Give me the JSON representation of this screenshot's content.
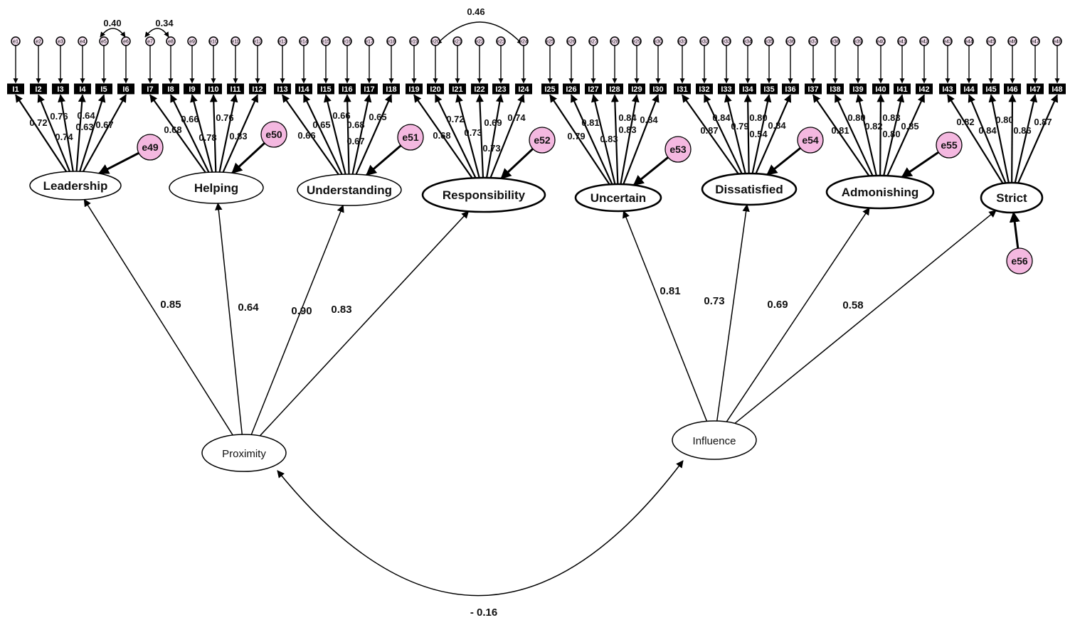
{
  "colors": {
    "disturbance_fill": "#f4b8e0",
    "line": "#000000",
    "background": "#ffffff"
  },
  "items": [
    "I1",
    "I2",
    "I3",
    "I4",
    "I5",
    "I6",
    "I7",
    "I8",
    "I9",
    "I10",
    "I11",
    "I12",
    "I13",
    "I14",
    "I15",
    "I16",
    "I17",
    "I18",
    "I19",
    "I20",
    "I21",
    "I22",
    "I23",
    "I24",
    "I25",
    "I26",
    "I27",
    "I28",
    "I29",
    "I30",
    "I31",
    "I32",
    "I33",
    "I34",
    "I35",
    "I36",
    "I37",
    "I38",
    "I39",
    "I40",
    "I41",
    "I42",
    "I43",
    "I44",
    "I45",
    "I46",
    "I47",
    "I48"
  ],
  "item_errors": [
    "e1",
    "e2",
    "e3",
    "e4",
    "e5",
    "e6",
    "e7",
    "e8",
    "e9",
    "e10",
    "e11",
    "e12",
    "e13",
    "e14",
    "e15",
    "e16",
    "e17",
    "e18",
    "e19",
    "e20",
    "e21",
    "e22",
    "e23",
    "e24",
    "e25",
    "e26",
    "e27",
    "e28",
    "e29",
    "e30",
    "e31",
    "e32",
    "e33",
    "e34",
    "e35",
    "e36",
    "e37",
    "e38",
    "e39",
    "e40",
    "e41",
    "e42",
    "e43",
    "e44",
    "e45",
    "e46",
    "e47",
    "e48"
  ],
  "factors": [
    {
      "name": "Leadership",
      "disturbance": "e49",
      "items": [
        1,
        2,
        3,
        4,
        5,
        6
      ],
      "loadings": [
        "0.72",
        "0.76",
        "0.74",
        "0.63",
        "0.64",
        "0.67"
      ]
    },
    {
      "name": "Helping",
      "disturbance": "e50",
      "items": [
        7,
        8,
        9,
        10,
        11,
        12
      ],
      "loadings": [
        "0.68",
        "0.66",
        "0.78",
        "0.76",
        "0.83",
        ""
      ]
    },
    {
      "name": "Understanding",
      "disturbance": "e51",
      "items": [
        13,
        14,
        15,
        16,
        17,
        18
      ],
      "loadings": [
        "0.66",
        "0.65",
        "0.66",
        "0.68",
        "0.67",
        "0.65"
      ]
    },
    {
      "name": "Responsibility",
      "disturbance": "e52",
      "items": [
        19,
        20,
        21,
        22,
        23,
        24
      ],
      "loadings": [
        "0.68",
        "0.72",
        "0.73",
        "0.73",
        "0.69",
        "0.74"
      ]
    },
    {
      "name": "Uncertain",
      "disturbance": "e53",
      "items": [
        25,
        26,
        27,
        28,
        29,
        30
      ],
      "loadings": [
        "0.79",
        "0.81",
        "0.83",
        "0.84",
        "0.83",
        "0.84"
      ]
    },
    {
      "name": "Dissatisfied",
      "disturbance": "e54",
      "items": [
        31,
        32,
        33,
        34,
        35,
        36
      ],
      "loadings": [
        "0.87",
        "0.84",
        "0.79",
        "0.80",
        "0.54",
        "0.84"
      ]
    },
    {
      "name": "Admonishing",
      "disturbance": "e55",
      "items": [
        37,
        38,
        39,
        40,
        41,
        42
      ],
      "loadings": [
        "0.81",
        "0.80",
        "0.82",
        "0.80",
        "0.83",
        "0.85"
      ]
    },
    {
      "name": "Strict",
      "disturbance": "e56",
      "items": [
        43,
        44,
        45,
        46,
        47,
        48
      ],
      "loadings": [
        "0.82",
        "0.84",
        "0.80",
        "0.86",
        "0.87",
        ""
      ]
    }
  ],
  "second_order": [
    {
      "name": "Proximity",
      "paths": [
        "0.85",
        "0.64",
        "0.90",
        "0.83"
      ]
    },
    {
      "name": "Influence",
      "paths": [
        "0.81",
        "0.73",
        "0.69",
        "0.58"
      ]
    }
  ],
  "correlation_second_order": "- 0.16",
  "error_covariances": [
    "0.40",
    "0.34",
    "0.46"
  ]
}
